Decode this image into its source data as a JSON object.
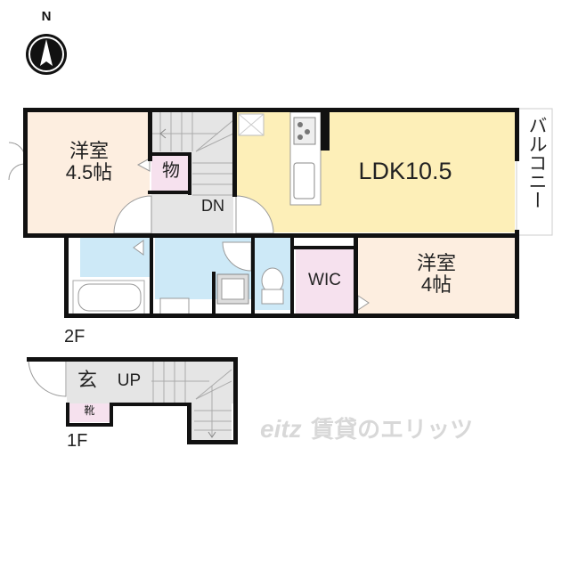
{
  "compass": {
    "label": "N",
    "icon": "north-arrow-icon"
  },
  "floor_plan": {
    "second_floor": {
      "label": "2F",
      "rooms": [
        {
          "id": "western-room-1",
          "name": "洋室",
          "size": "4.5帖",
          "color": "#fdeee0"
        },
        {
          "id": "storage",
          "name": "物",
          "color": "#f6e1ee"
        },
        {
          "id": "stairs-down",
          "name": "DN",
          "color": "#e5e5e5"
        },
        {
          "id": "ldk",
          "name": "LDK10.5",
          "color": "#fdefb8"
        },
        {
          "id": "balcony",
          "name": "バルコニー",
          "color": "#ffffff"
        },
        {
          "id": "bathroom",
          "name": "",
          "color": "#cde9f7"
        },
        {
          "id": "washroom",
          "name": "",
          "color": "#cde9f7"
        },
        {
          "id": "toilet",
          "name": "",
          "color": "#cde9f7"
        },
        {
          "id": "walk-in-closet",
          "name": "WIC",
          "color": "#f6e1ee"
        },
        {
          "id": "western-room-2",
          "name": "洋室",
          "size": "4帖",
          "color": "#fdeee0"
        }
      ]
    },
    "first_floor": {
      "label": "1F",
      "rooms": [
        {
          "id": "entrance",
          "name": "玄",
          "color": "#e5e5e5"
        },
        {
          "id": "shoe-closet",
          "name": "靴",
          "color": "#f6e1ee"
        },
        {
          "id": "stairs-up",
          "name": "UP",
          "color": "#e5e5e5"
        }
      ]
    }
  },
  "watermark": {
    "text": "賃貸のエリッツ",
    "logo": "eitz"
  }
}
